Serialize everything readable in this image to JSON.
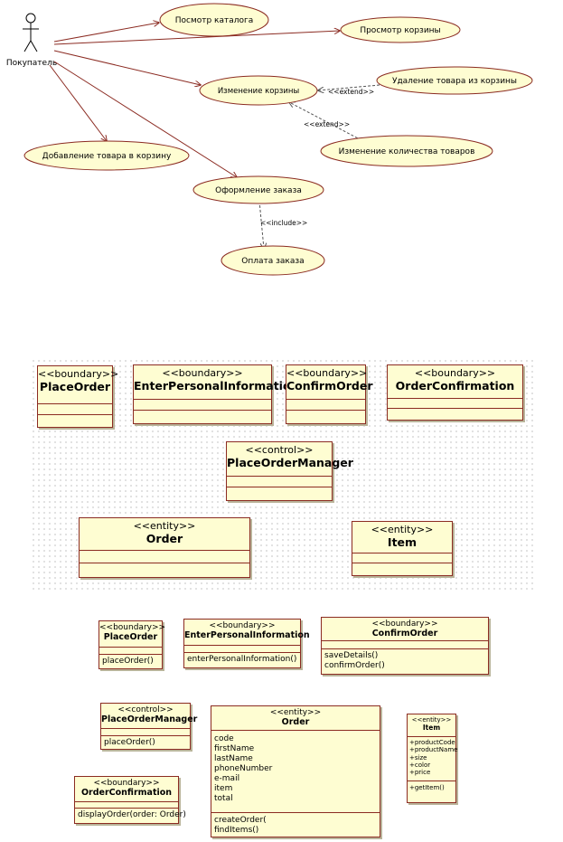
{
  "usecase": {
    "actor": "Покупатель",
    "uc_catalog": "Посмотр каталога",
    "uc_view_cart": "Просмотр корзины",
    "uc_change_cart": "Изменение корзины",
    "uc_remove_item": "Удаление товара из корзины",
    "uc_add_item": "Добавление товара в корзину",
    "uc_change_qty": "Изменение количества товаров",
    "uc_checkout": "Оформление заказа",
    "uc_payment": "Оплата заказа",
    "extend_1": "<<extend>>",
    "extend_2": "<<extend>>",
    "include": "<<include>>"
  },
  "analysis": {
    "placeorder": {
      "stereo": "<<boundary>>",
      "name": "PlaceOrder"
    },
    "enterpersonal": {
      "stereo": "<<boundary>>",
      "name": "EnterPersonalInformation"
    },
    "confirmorder": {
      "stereo": "<<boundary>>",
      "name": "ConfirmOrder"
    },
    "orderconfirmation": {
      "stereo": "<<boundary>>",
      "name": "OrderConfirmation"
    },
    "manager": {
      "stereo": "<<control>>",
      "name": "PlaceOrderManager"
    },
    "order": {
      "stereo": "<<entity>>",
      "name": "Order"
    },
    "item": {
      "stereo": "<<entity>>",
      "name": "Item"
    }
  },
  "design": {
    "placeorder": {
      "stereo": "<<boundary>>",
      "name": "PlaceOrder",
      "ops": [
        "placeOrder()"
      ]
    },
    "enterpersonal": {
      "stereo": "<<boundary>>",
      "name": "EnterPersonalInformation",
      "ops": [
        "enterPersonalInformation()"
      ]
    },
    "confirmorder": {
      "stereo": "<<boundary>>",
      "name": "ConfirmOrder",
      "ops": [
        "saveDetails()",
        "confirmOrder()"
      ]
    },
    "manager": {
      "stereo": "<<control>>",
      "name": "PlaceOrderManager",
      "ops": [
        "placeOrder()"
      ]
    },
    "order": {
      "stereo": "<<entity>>",
      "name": "Order",
      "attrs": [
        "code",
        "firstName",
        "lastName",
        "phoneNumber",
        "e-mail",
        "item",
        "total"
      ],
      "ops": [
        "createOrder(",
        "findItems()"
      ]
    },
    "item": {
      "stereo": "<<entity>>",
      "name": "Item",
      "attrs": [
        "+productCode",
        "+productName",
        "+size",
        "+color",
        "+price"
      ],
      "ops": [
        "+getItem()"
      ]
    },
    "orderconfirmation": {
      "stereo": "<<boundary>>",
      "name": "OrderConfirmation",
      "ops": [
        "displayOrder(order: Order)"
      ]
    }
  }
}
